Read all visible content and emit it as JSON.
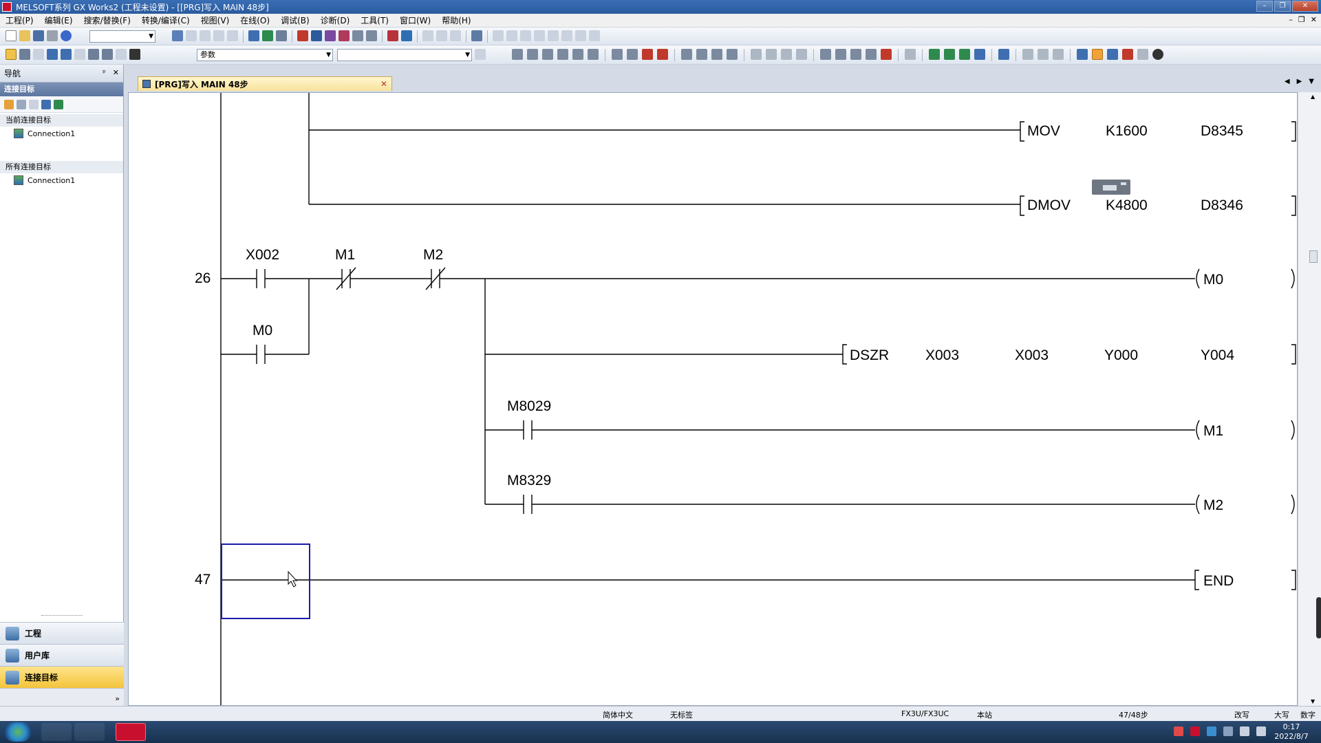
{
  "window": {
    "title": "MELSOFT系列 GX Works2 (工程未设置) - [[PRG]写入 MAIN 48步]"
  },
  "menu": [
    "工程(P)",
    "编辑(E)",
    "搜索/替换(F)",
    "转换/编译(C)",
    "视图(V)",
    "在线(O)",
    "调试(B)",
    "诊断(D)",
    "工具(T)",
    "窗口(W)",
    "帮助(H)"
  ],
  "toolbar": {
    "param_combo": "参数"
  },
  "nav": {
    "title": "导航",
    "section": "连接目标",
    "current_group": "当前连接目标",
    "current_item": "Connection1",
    "all_group": "所有连接目标",
    "all_item": "Connection1",
    "tabs": [
      {
        "label": "工程",
        "icon": "project-icon"
      },
      {
        "label": "用户库",
        "icon": "user-library-icon"
      },
      {
        "label": "连接目标",
        "icon": "connection-destination-icon"
      }
    ]
  },
  "editor": {
    "tab_label": "[PRG]写入 MAIN 48步"
  },
  "ladder": {
    "mov_instr": "MOV",
    "mov_src": "K1600",
    "mov_dst": "D8345",
    "dmov_instr": "DMOV",
    "dmov_src": "K4800",
    "dmov_dst": "D8346",
    "step_26": "26",
    "contact_x002": "X002",
    "contact_m1": "M1",
    "contact_m2": "M2",
    "contact_m0": "M0",
    "coil_m0": "M0",
    "dszr_instr": "DSZR",
    "dszr_op1": "X003",
    "dszr_op2": "X003",
    "dszr_op3": "Y000",
    "dszr_op4": "Y004",
    "contact_m8029": "M8029",
    "coil_m1": "M1",
    "contact_m8329": "M8329",
    "coil_m2": "M2",
    "step_47": "47",
    "end_instr": "END"
  },
  "status": {
    "language": "简体中文",
    "label": "无标签",
    "cpu": "FX3U/FX3UC",
    "station": "本站",
    "steps": "47/48步",
    "mode": "改写",
    "caps": "大写",
    "num": "数字"
  },
  "taskbar": {
    "time": "0:17",
    "date": "2022/8/7"
  }
}
